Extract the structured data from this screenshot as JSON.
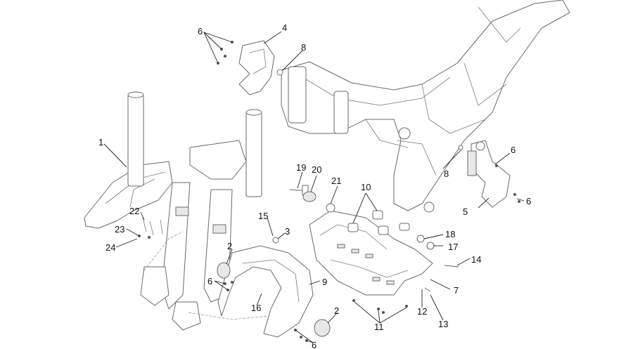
{
  "callouts": {
    "c1": "1",
    "c2a": "2",
    "c2b": "2",
    "c3": "3",
    "c4": "4",
    "c5": "5",
    "c6a": "6",
    "c6b": "6",
    "c6c": "6",
    "c6d": "6",
    "c6e": "6",
    "c7": "7",
    "c8a": "8",
    "c8b": "8",
    "c9": "9",
    "c10": "10",
    "c11": "11",
    "c12": "12",
    "c13": "13",
    "c14": "14",
    "c15": "15",
    "c16": "16",
    "c17": "17",
    "c18": "18",
    "c19": "19",
    "c20": "20",
    "c21": "21",
    "c22": "22",
    "c23": "23",
    "c24": "24"
  }
}
